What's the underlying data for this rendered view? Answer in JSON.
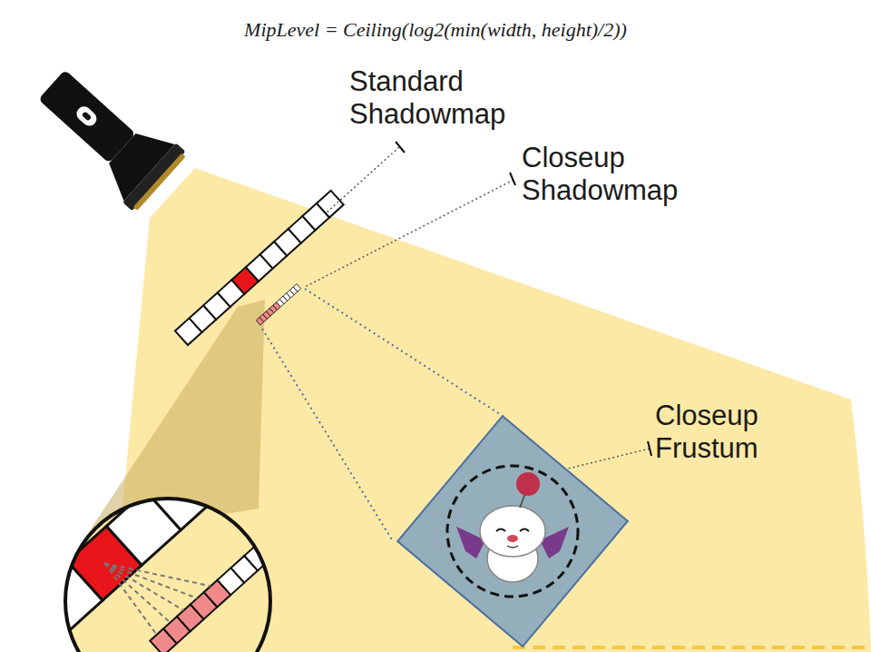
{
  "diagram": {
    "labels": [
      "MipLevel = Ceiling(log2(min(width, height)/2))",
      "Standard Shadowmap",
      "Closeup Shadowmap",
      "Closeup Frustum"
    ]
  }
}
